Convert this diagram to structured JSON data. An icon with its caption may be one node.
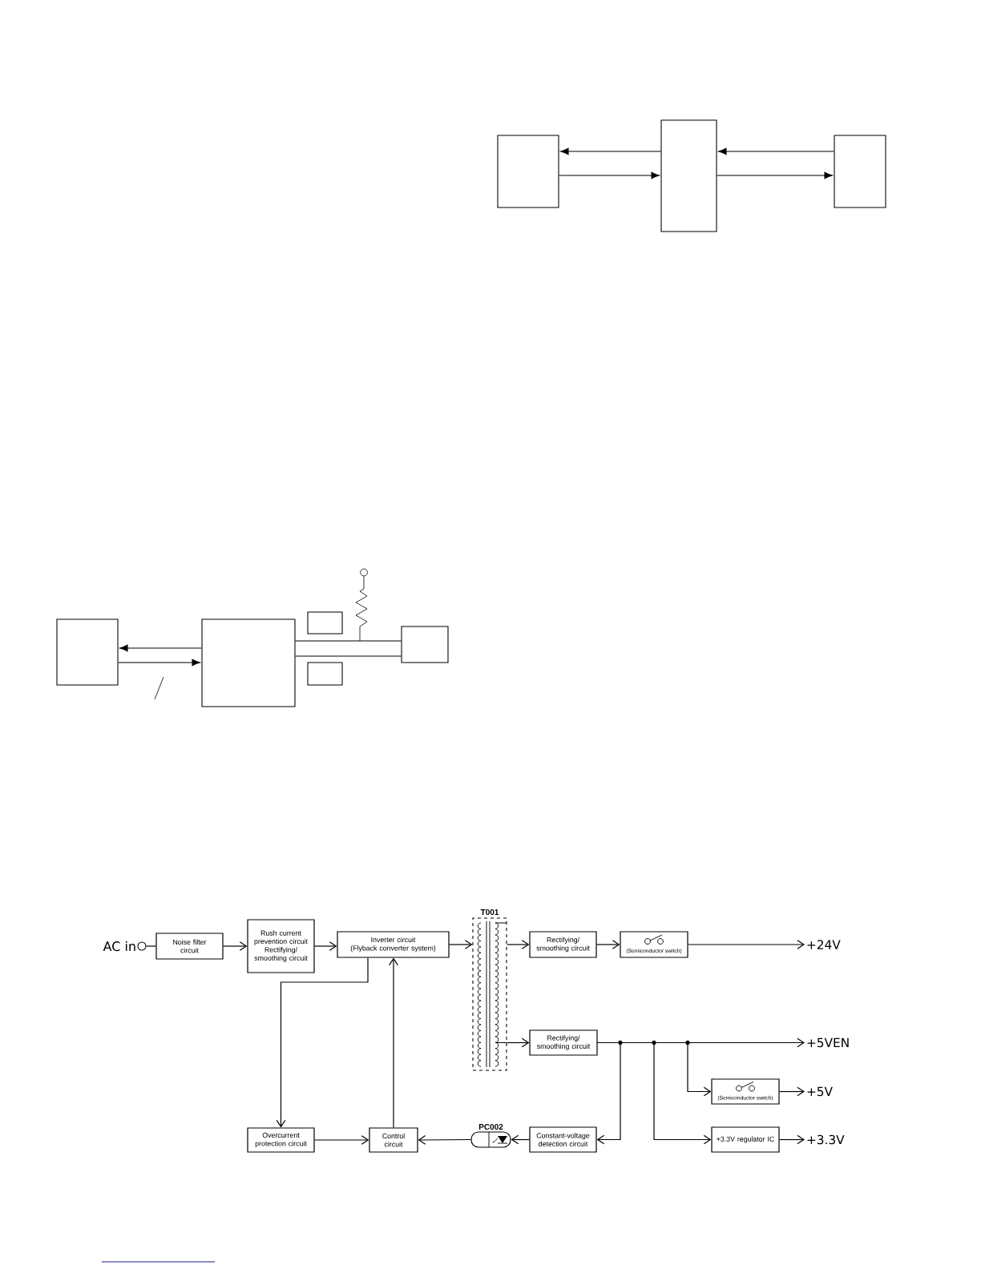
{
  "diagram": {
    "nodes": [
      {
        "text": [],
        "shape": "box"
      },
      {
        "text": [],
        "shape": "box"
      },
      {
        "text": [],
        "shape": "box"
      },
      {
        "text": [],
        "shape": "box"
      },
      {
        "text": [],
        "shape": "box"
      },
      {
        "text": [],
        "shape": "box"
      },
      {
        "text": [],
        "shape": "box"
      },
      {
        "text": [],
        "shape": "box"
      },
      {
        "text": [],
        "shape": "circle",
        "beside": [
          "AC in"
        ]
      },
      {
        "text": [
          "Noise filter circuit"
        ]
      },
      {
        "text": [
          "Rush current prevention circuit",
          "Rectifying/ smoothing circuit"
        ]
      },
      {
        "text": [
          "Inverter circuit",
          "(Flyback converter system)"
        ]
      },
      {
        "text": [
          "T001"
        ]
      },
      {
        "text": [
          "Rectifying/ smoothing circuit"
        ]
      },
      {
        "text": [
          "(Semiconductor switch)"
        ]
      },
      {
        "text": [
          "+24V"
        ]
      },
      {
        "text": [
          "Rectifying/ smoothing circuit"
        ]
      },
      {
        "text": [
          "+5VEN"
        ]
      },
      {
        "text": [
          "(Semiconductor switch)"
        ]
      },
      {
        "text": [
          "+5V"
        ]
      },
      {
        "text": [
          "+3.3V regulator IC"
        ]
      },
      {
        "text": [
          "+3.3V"
        ]
      },
      {
        "text": [
          "Overcurrent protection circuit"
        ]
      },
      {
        "text": [
          "Control circuit"
        ]
      },
      {
        "text": [
          "PC002"
        ]
      },
      {
        "text": [
          "Constant-voltage detection circuit"
        ]
      }
    ],
    "edges": [
      {
        "from": 1,
        "to": 0,
        "arrow": "to"
      },
      {
        "from": 0,
        "to": 1,
        "arrow": "to"
      },
      {
        "from": 2,
        "to": 1,
        "arrow": "to"
      },
      {
        "from": 1,
        "to": 2,
        "arrow": "to"
      },
      {
        "from": 4,
        "to": 3,
        "arrow": "to"
      },
      {
        "from": 3,
        "to": 4,
        "arrow": "to"
      },
      {
        "from": 4,
        "to": 7,
        "arrow": "none"
      },
      {
        "from": 4,
        "to": 7,
        "arrow": "none"
      },
      {
        "from": 8,
        "to": 9,
        "arrow": "none"
      },
      {
        "from": 9,
        "to": 10,
        "arrow": "to"
      },
      {
        "from": 10,
        "to": 11,
        "arrow": "to"
      },
      {
        "from": 11,
        "to": 12,
        "arrow": "to"
      },
      {
        "from": 12,
        "to": 13,
        "arrow": "to"
      },
      {
        "from": 12,
        "to": 16,
        "arrow": "to"
      },
      {
        "from": 13,
        "to": 14,
        "arrow": "to"
      },
      {
        "from": 14,
        "to": 15,
        "arrow": "to"
      },
      {
        "from": 16,
        "to": 17,
        "arrow": "to"
      },
      {
        "from": 16,
        "to": 18,
        "arrow": "to"
      },
      {
        "from": 16,
        "to": 20,
        "arrow": "to"
      },
      {
        "from": 16,
        "to": 25,
        "arrow": "to"
      },
      {
        "from": 18,
        "to": 19,
        "arrow": "to"
      },
      {
        "from": 20,
        "to": 21,
        "arrow": "to"
      },
      {
        "from": 25,
        "to": 24,
        "arrow": "to"
      },
      {
        "from": 24,
        "to": 23,
        "arrow": "to"
      },
      {
        "from": 22,
        "to": 23,
        "arrow": "to"
      },
      {
        "from": 23,
        "to": 11,
        "arrow": "to"
      },
      {
        "from": 11,
        "to": 22,
        "arrow": "to"
      }
    ]
  }
}
